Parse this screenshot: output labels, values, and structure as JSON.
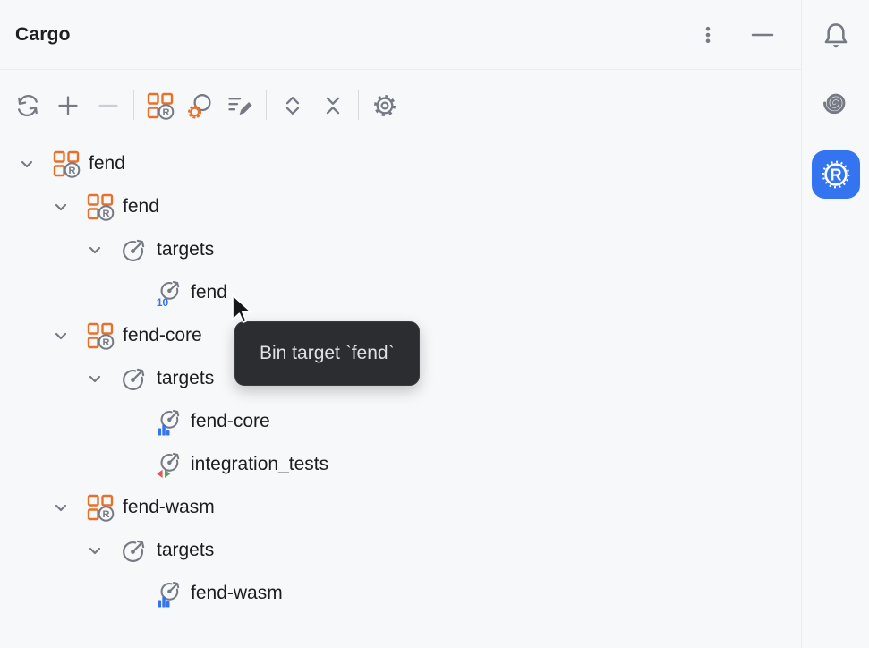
{
  "titlebar": {
    "title": "Cargo",
    "icons": [
      "kebab-menu",
      "minimize"
    ]
  },
  "toolbar": {
    "icons": [
      "refresh",
      "attach-cargo-project",
      "detach-cargo-project",
      "cargo-project",
      "search-features",
      "edit-toml",
      "expand-all",
      "collapse-all",
      "settings"
    ]
  },
  "tree": {
    "rows": [
      {
        "label": "fend",
        "level": 0,
        "icon": "cargo-package",
        "expanded": true
      },
      {
        "label": "fend",
        "level": 1,
        "icon": "cargo-package",
        "expanded": true
      },
      {
        "label": "targets",
        "level": 2,
        "icon": "target",
        "expanded": true
      },
      {
        "label": "fend",
        "level": 3,
        "icon": "bin-target",
        "badge": "10"
      },
      {
        "label": "fend-core",
        "level": 1,
        "icon": "cargo-package",
        "expanded": true
      },
      {
        "label": "targets",
        "level": 2,
        "icon": "target",
        "expanded": true
      },
      {
        "label": "fend-core",
        "level": 3,
        "icon": "lib-target"
      },
      {
        "label": "integration_tests",
        "level": 3,
        "icon": "test-target"
      },
      {
        "label": "fend-wasm",
        "level": 1,
        "icon": "cargo-package",
        "expanded": true
      },
      {
        "label": "targets",
        "level": 2,
        "icon": "target",
        "expanded": true
      },
      {
        "label": "fend-wasm",
        "level": 3,
        "icon": "lib-target"
      }
    ]
  },
  "tooltip": {
    "text": "Bin target `fend`"
  },
  "sidebar": {
    "items": [
      "notifications-bell",
      "ai-assistant-spiral",
      "cargo-tool-window"
    ],
    "active": "cargo-tool-window"
  },
  "colors": {
    "panel_bg": "#F7F8FA",
    "border": "#EBECF0",
    "icon_gray": "#757A84",
    "accent_orange": "#E8702A",
    "accent_blue": "#3574F0",
    "tooltip_bg": "#2B2D30",
    "test_red": "#DB5C5C",
    "test_green": "#57A657"
  }
}
